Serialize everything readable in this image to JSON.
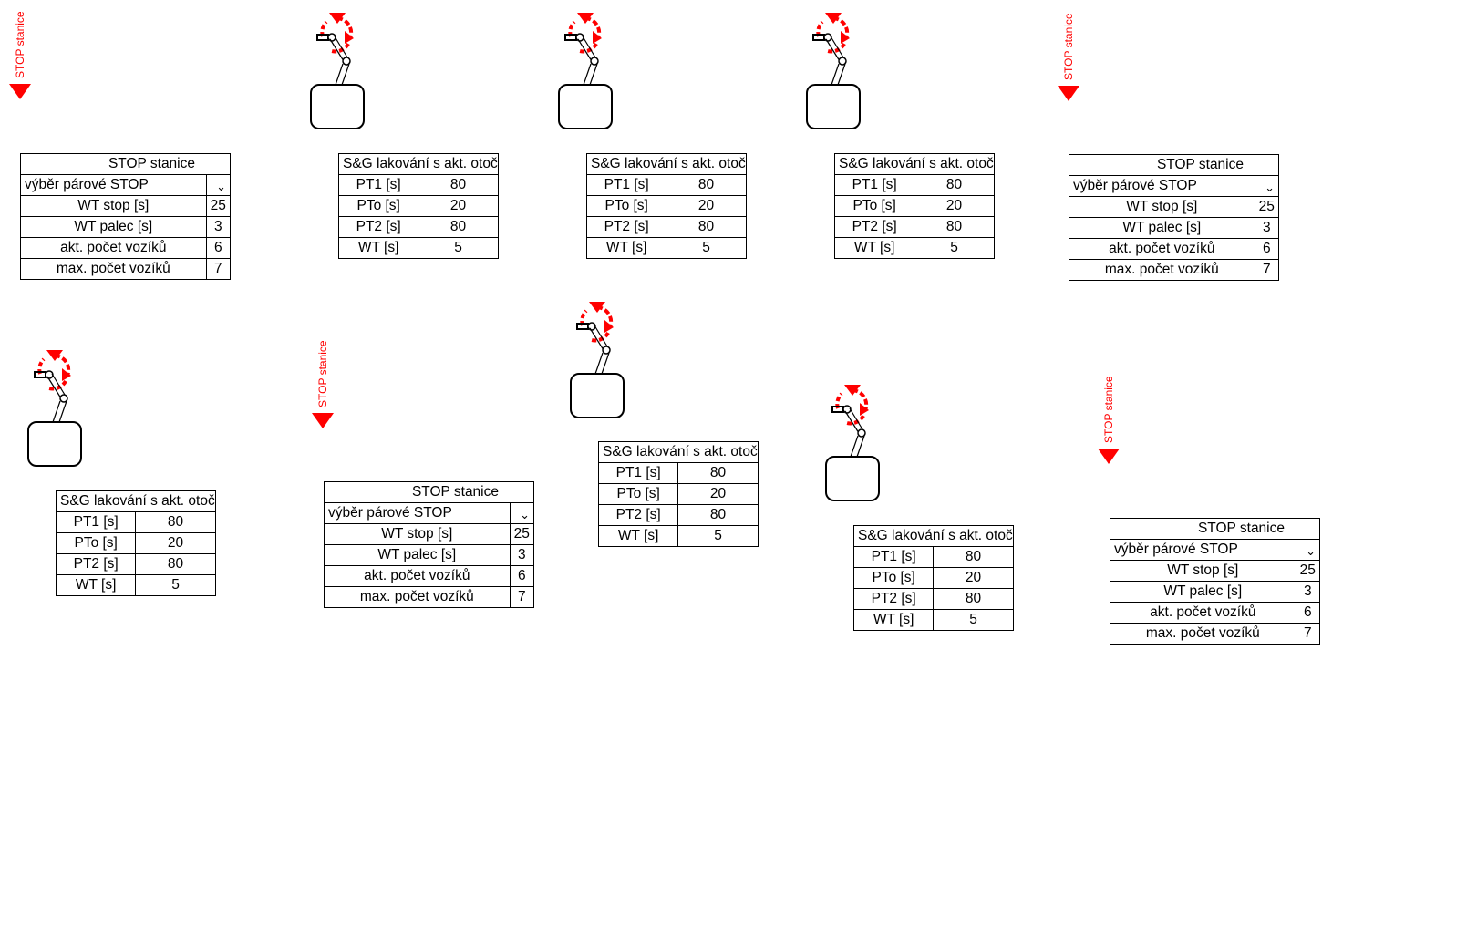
{
  "colors": {
    "stop_red": "#ff0000",
    "line": "#000000",
    "background": "#ffffff"
  },
  "stop_stations": [
    {
      "marker_label": "STOP stanice",
      "title": "STOP stanice",
      "select_label": "výběr párové STOP",
      "select_value": "",
      "rows": [
        {
          "label": "WT stop [s]",
          "value": "25"
        },
        {
          "label": "WT palec [s]",
          "value": "3"
        },
        {
          "label": "akt. počet vozíků",
          "value": "6"
        },
        {
          "label": "max. počet vozíků",
          "value": "7"
        }
      ]
    },
    {
      "marker_label": "STOP stanice",
      "title": "STOP stanice",
      "select_label": "výběr párové STOP",
      "select_value": "",
      "rows": [
        {
          "label": "WT stop [s]",
          "value": "25"
        },
        {
          "label": "WT palec [s]",
          "value": "3"
        },
        {
          "label": "akt. počet vozíků",
          "value": "6"
        },
        {
          "label": "max. počet vozíků",
          "value": "7"
        }
      ]
    },
    {
      "marker_label": "STOP stanice",
      "title": "STOP stanice",
      "select_label": "výběr párové STOP",
      "select_value": "",
      "rows": [
        {
          "label": "WT stop [s]",
          "value": "25"
        },
        {
          "label": "WT palec [s]",
          "value": "3"
        },
        {
          "label": "akt. počet vozíků",
          "value": "6"
        },
        {
          "label": "max. počet vozíků",
          "value": "7"
        }
      ]
    },
    {
      "marker_label": "STOP stanice",
      "title": "STOP stanice",
      "select_label": "výběr párové STOP",
      "select_value": "",
      "rows": [
        {
          "label": "WT stop [s]",
          "value": "25"
        },
        {
          "label": "WT palec [s]",
          "value": "3"
        },
        {
          "label": "akt. počet vozíků",
          "value": "6"
        },
        {
          "label": "max. počet vozíků",
          "value": "7"
        }
      ]
    }
  ],
  "robot_stations": [
    {
      "title": "S&G lakování s akt. otoč",
      "icon": "robot-arm-icon",
      "rows": [
        {
          "label": "PT1 [s]",
          "value": "80"
        },
        {
          "label": "PTo [s]",
          "value": "20"
        },
        {
          "label": "PT2 [s]",
          "value": "80"
        },
        {
          "label": "WT [s]",
          "value": "5"
        }
      ]
    },
    {
      "title": "S&G lakování s akt. otoč",
      "icon": "robot-arm-icon",
      "rows": [
        {
          "label": "PT1 [s]",
          "value": "80"
        },
        {
          "label": "PTo [s]",
          "value": "20"
        },
        {
          "label": "PT2 [s]",
          "value": "80"
        },
        {
          "label": "WT [s]",
          "value": "5"
        }
      ]
    },
    {
      "title": "S&G lakování s akt. otoč",
      "icon": "robot-arm-icon",
      "rows": [
        {
          "label": "PT1 [s]",
          "value": "80"
        },
        {
          "label": "PTo [s]",
          "value": "20"
        },
        {
          "label": "PT2 [s]",
          "value": "80"
        },
        {
          "label": "WT [s]",
          "value": "5"
        }
      ]
    },
    {
      "title": "S&G lakování s akt. otoč",
      "icon": "robot-arm-icon",
      "rows": [
        {
          "label": "PT1 [s]",
          "value": "80"
        },
        {
          "label": "PTo [s]",
          "value": "20"
        },
        {
          "label": "PT2 [s]",
          "value": "80"
        },
        {
          "label": "WT [s]",
          "value": "5"
        }
      ]
    },
    {
      "title": "S&G lakování s akt. otoč",
      "icon": "robot-arm-icon",
      "rows": [
        {
          "label": "PT1 [s]",
          "value": "80"
        },
        {
          "label": "PTo [s]",
          "value": "20"
        },
        {
          "label": "PT2 [s]",
          "value": "80"
        },
        {
          "label": "WT [s]",
          "value": "5"
        }
      ]
    },
    {
      "title": "S&G lakování s akt. otoč",
      "icon": "robot-arm-icon",
      "rows": [
        {
          "label": "PT1 [s]",
          "value": "80"
        },
        {
          "label": "PTo [s]",
          "value": "20"
        },
        {
          "label": "PT2 [s]",
          "value": "80"
        },
        {
          "label": "WT [s]",
          "value": "5"
        }
      ]
    }
  ]
}
